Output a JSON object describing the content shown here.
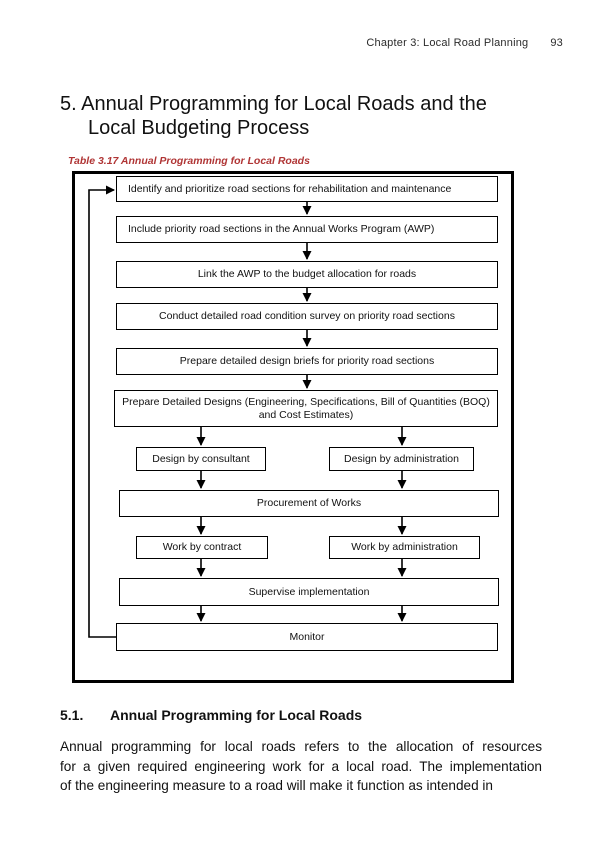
{
  "page": {
    "header": {
      "chapter_label": "Chapter 3: Local Road Planning",
      "page_number": "93"
    },
    "title": {
      "lines": [
        "5. Annual Programming for Local Roads and the",
        "Local Budgeting Process"
      ]
    },
    "section": {
      "number": "5.1.",
      "heading": "Annual Programming for Local Roads"
    },
    "body": {
      "lines": [
        "Annual programming for local roads refers to the allocation of resources",
        "for a given required engineering work for a local road. The implementation",
        "of the engineering measure to a road will make it function as intended in"
      ]
    }
  },
  "figure": {
    "caption": "Table 3.17 Annual Programming for Local Roads",
    "caption_color": "#b03535",
    "type": "flowchart",
    "line_color": "#000000",
    "nodes": [
      {
        "id": "identify",
        "label": "Identify and prioritize road sections for rehabilitation and maintenance"
      },
      {
        "id": "include-awp",
        "label": "Include priority road sections in the Annual Works Program (AWP)"
      },
      {
        "id": "link-budget",
        "label": "Link the AWP to the budget allocation for roads"
      },
      {
        "id": "condition-survey",
        "label": "Conduct detailed road condition survey on priority road sections"
      },
      {
        "id": "design-briefs",
        "label": "Prepare detailed design briefs for priority road sections"
      },
      {
        "id": "detailed-designs",
        "label": "Prepare Detailed Designs (Engineering, Specifications, Bill of Quantities (BOQ) and Cost Estimates)"
      },
      {
        "id": "design-consultant",
        "label": "Design by consultant"
      },
      {
        "id": "design-administration",
        "label": "Design by administration"
      },
      {
        "id": "procurement",
        "label": "Procurement of Works"
      },
      {
        "id": "work-contract",
        "label": "Work by contract"
      },
      {
        "id": "work-administration",
        "label": "Work by administration"
      },
      {
        "id": "supervise",
        "label": "Supervise implementation"
      },
      {
        "id": "monitor",
        "label": "Monitor"
      }
    ],
    "edges": [
      "identify -> include-awp",
      "include-awp -> link-budget",
      "link-budget -> condition-survey",
      "condition-survey -> design-briefs",
      "design-briefs -> detailed-designs",
      "detailed-designs -> design-consultant",
      "detailed-designs -> design-administration",
      "design-consultant -> procurement",
      "design-administration -> procurement",
      "procurement -> work-contract",
      "procurement -> work-administration",
      "work-contract -> supervise",
      "work-administration -> supervise",
      "supervise -> monitor (left)",
      "supervise -> monitor (right)",
      "monitor -> identify (feedback loop)"
    ]
  }
}
